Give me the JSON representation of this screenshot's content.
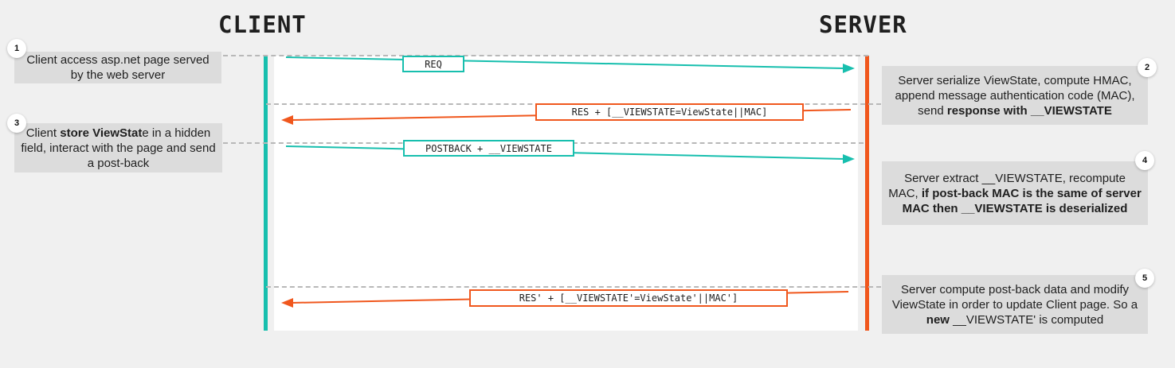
{
  "headers": {
    "client": "CLIENT",
    "server": "SERVER"
  },
  "colors": {
    "client": "#17bfae",
    "server": "#f0571d",
    "note_bg": "#dcdcdc",
    "lane_bg": "#ffffff"
  },
  "steps": [
    {
      "number": "1",
      "parts": [
        {
          "text": "Client access asp.net page served by the web server",
          "bold": false
        }
      ]
    },
    {
      "number": "2",
      "parts": [
        {
          "text": "Server serialize ViewState, compute HMAC, append message authentication code (MAC), send ",
          "bold": false
        },
        {
          "text": "response with __VIEWSTATE",
          "bold": true
        }
      ]
    },
    {
      "number": "3",
      "parts": [
        {
          "text": "Client ",
          "bold": false
        },
        {
          "text": "store ViewStat",
          "bold": true
        },
        {
          "text": "e in a hidden field, interact with the page and send a post-back",
          "bold": false
        }
      ]
    },
    {
      "number": "4",
      "parts": [
        {
          "text": "Server extract __VIEWSTATE, recompute MAC, ",
          "bold": false
        },
        {
          "text": "if post-back MAC is the same of server MAC then __VIEWSTATE is deserialized",
          "bold": true
        }
      ]
    },
    {
      "number": "5",
      "parts": [
        {
          "text": "Server compute post-back data and modify ViewState in order to update Client page. So a ",
          "bold": false
        },
        {
          "text": "new",
          "bold": true
        },
        {
          "text": " __VIEWSTATE' is computed",
          "bold": false
        }
      ]
    }
  ],
  "messages": [
    {
      "label": "REQ",
      "direction": "client-to-server"
    },
    {
      "label": "RES + [__VIEWSTATE=ViewState||MAC]",
      "direction": "server-to-client"
    },
    {
      "label": "POSTBACK + __VIEWSTATE",
      "direction": "client-to-server"
    },
    {
      "label": "RES' + [__VIEWSTATE'=ViewState'||MAC']",
      "direction": "server-to-client"
    }
  ]
}
